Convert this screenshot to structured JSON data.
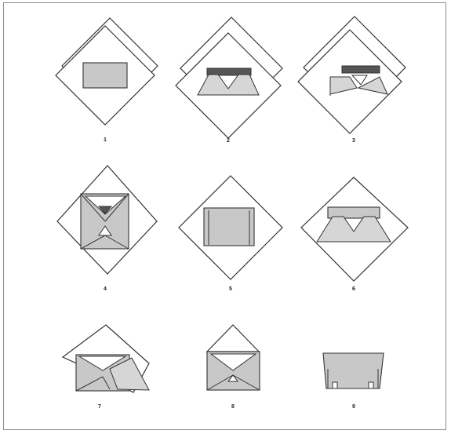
{
  "diagram": {
    "step_numbers": [
      "1",
      "2",
      "3",
      "4",
      "5",
      "6",
      "7",
      "8",
      "9"
    ]
  },
  "colors": {
    "paper_outline": "#333333",
    "fill": "#c8c8c8",
    "dark": "#555555",
    "frame": "#8a8a8a"
  }
}
